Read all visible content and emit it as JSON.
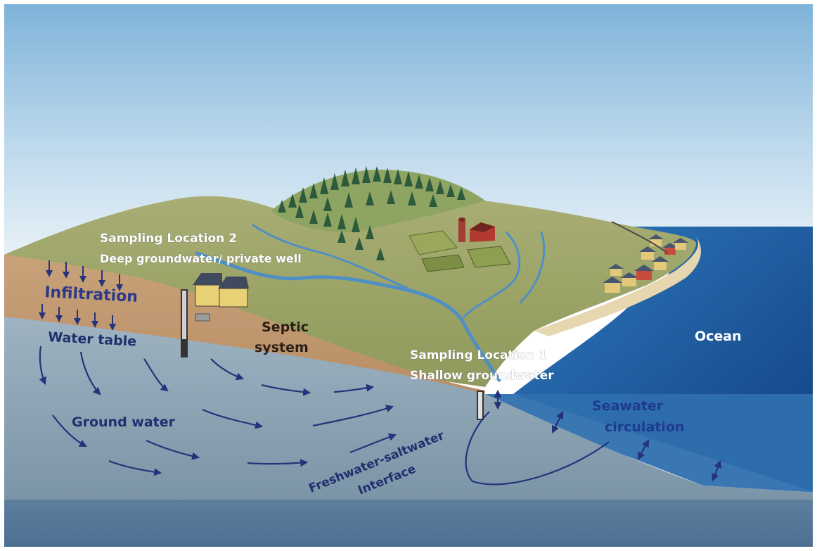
{
  "labels": {
    "sampling2_title": "Sampling Location 2",
    "sampling2_sub": "Deep groundwater/ private well",
    "infiltration": "Infiltration",
    "water_table": "Water table",
    "septic_line1": "Septic",
    "septic_line2": "system",
    "sampling1_title": "Sampling Location 1",
    "sampling1_sub": "Shallow groundwater",
    "ocean": "Ocean",
    "seawater_line1": "Seawater",
    "seawater_line2": "circulation",
    "ground_water": "Ground water",
    "interface_line1": "Freshwater-saltwater",
    "interface_line2": "Interface"
  },
  "colors": {
    "sky_top": "#7fb3d9",
    "sky_bottom": "#e8f1f7",
    "ocean": "#1f5fa0",
    "groundwater": "#8ea5b5",
    "arrow": "#24337a",
    "label_dark": "#20306e",
    "label_brown": "#2a2015"
  }
}
